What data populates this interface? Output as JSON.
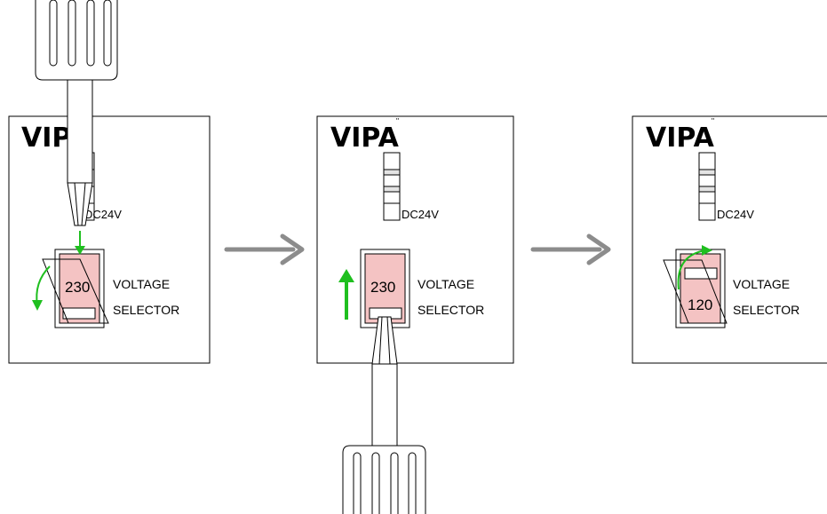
{
  "panels": [
    {
      "logo": "VIPA",
      "power_label": "DC24V",
      "selector_value": "230",
      "selector_label_1": "VOLTAGE",
      "selector_label_2": "SELECTOR"
    },
    {
      "logo": "VIPA",
      "power_label": "DC24V",
      "selector_value": "230",
      "selector_label_1": "VOLTAGE",
      "selector_label_2": "SELECTOR"
    },
    {
      "logo": "VIPA",
      "power_label": "DC24V",
      "selector_value": "120",
      "selector_label_1": "VOLTAGE",
      "selector_label_2": "SELECTOR"
    }
  ],
  "colors": {
    "switch_fill": "#f4c3c3",
    "arrow_green": "#1fbf1f",
    "step_arrow": "#8c8c8c",
    "outline": "#000000"
  },
  "icons": [
    "screwdriver-icon",
    "screwdriver-icon",
    "step-arrow-icon",
    "step-arrow-icon",
    "push-arrow-icon",
    "rotate-arrow-icon"
  ]
}
